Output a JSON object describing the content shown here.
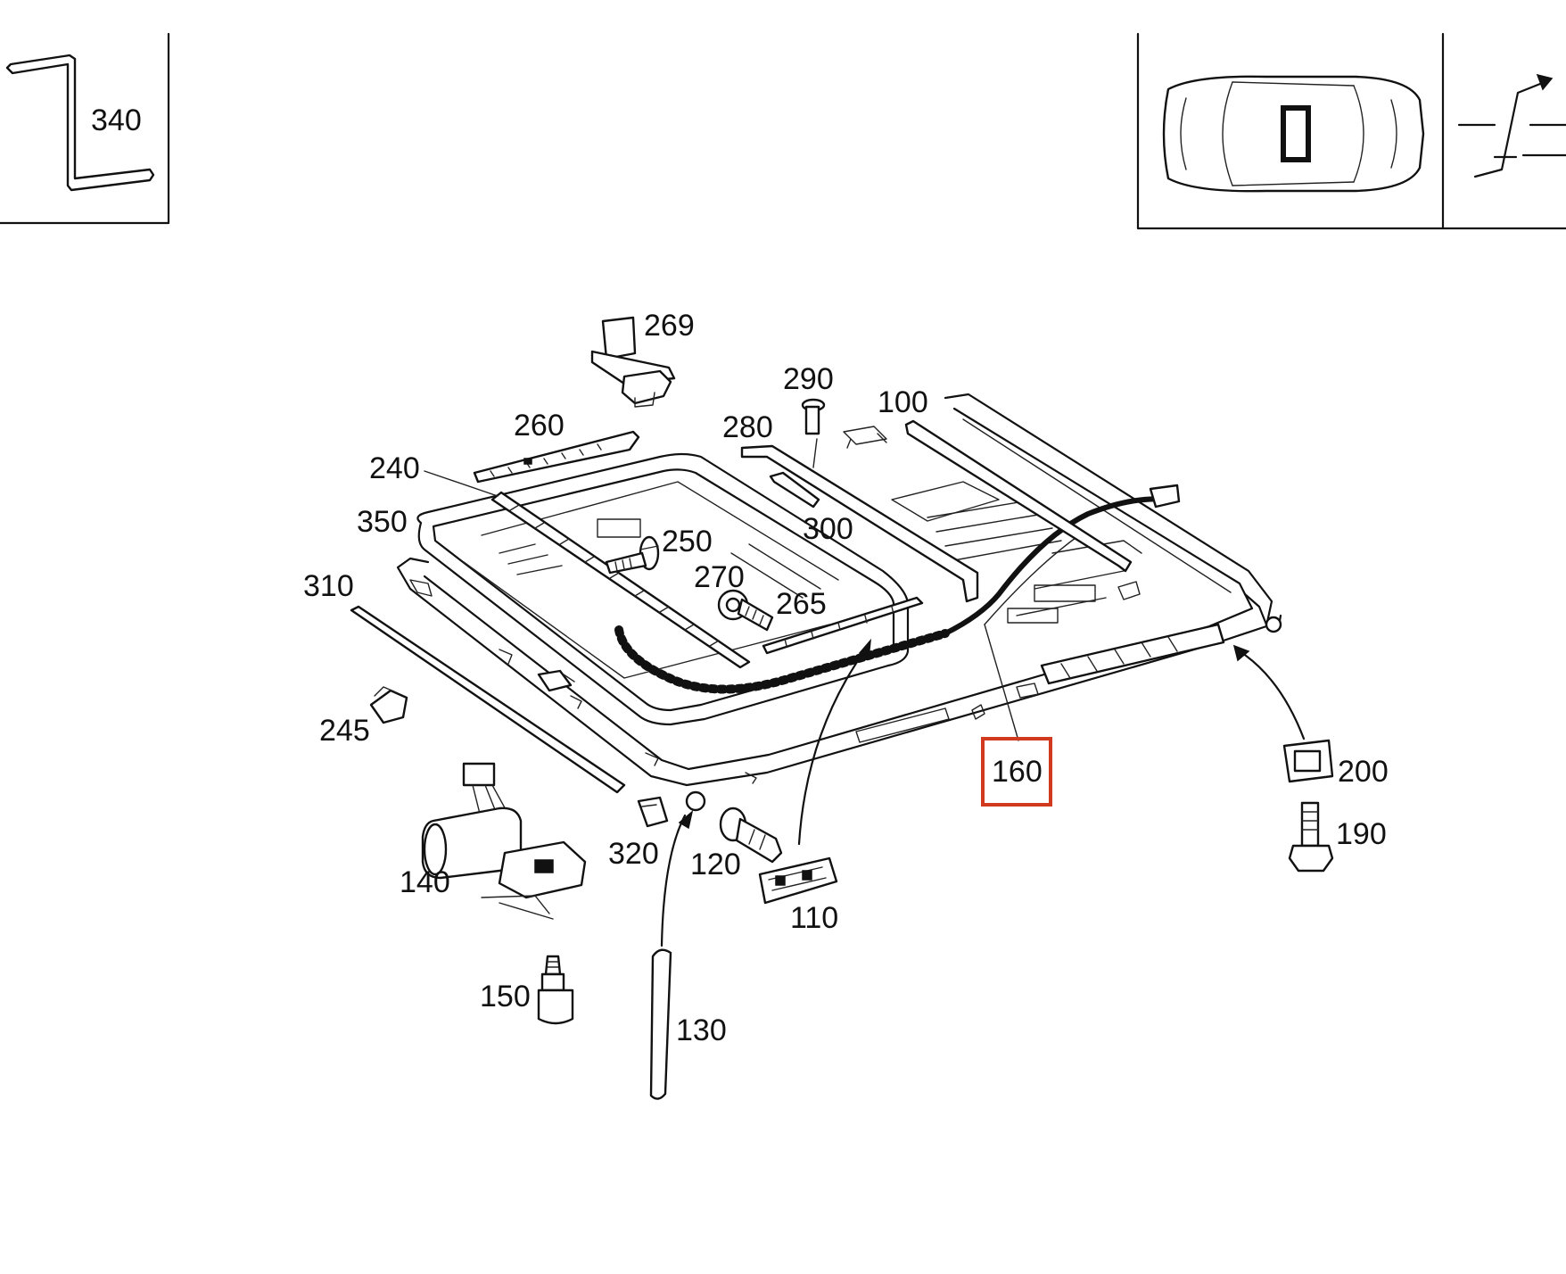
{
  "inset_tool_label": "340",
  "highlighted_part": "160",
  "parts": {
    "p100": "100",
    "p110": "110",
    "p120": "120",
    "p130": "130",
    "p140": "140",
    "p150": "150",
    "p160": "160",
    "p190": "190",
    "p200": "200",
    "p240": "240",
    "p245": "245",
    "p250": "250",
    "p260": "260",
    "p265": "265",
    "p269": "269",
    "p270": "270",
    "p280": "280",
    "p290": "290",
    "p300": "300",
    "p310": "310",
    "p320": "320",
    "p350": "350"
  },
  "colors": {
    "line": "#111111",
    "highlight": "#d23a20",
    "background": "#ffffff"
  },
  "icons": [
    "allen-key-icon",
    "car-top-view-icon",
    "sliding-roof-symbol-icon"
  ]
}
